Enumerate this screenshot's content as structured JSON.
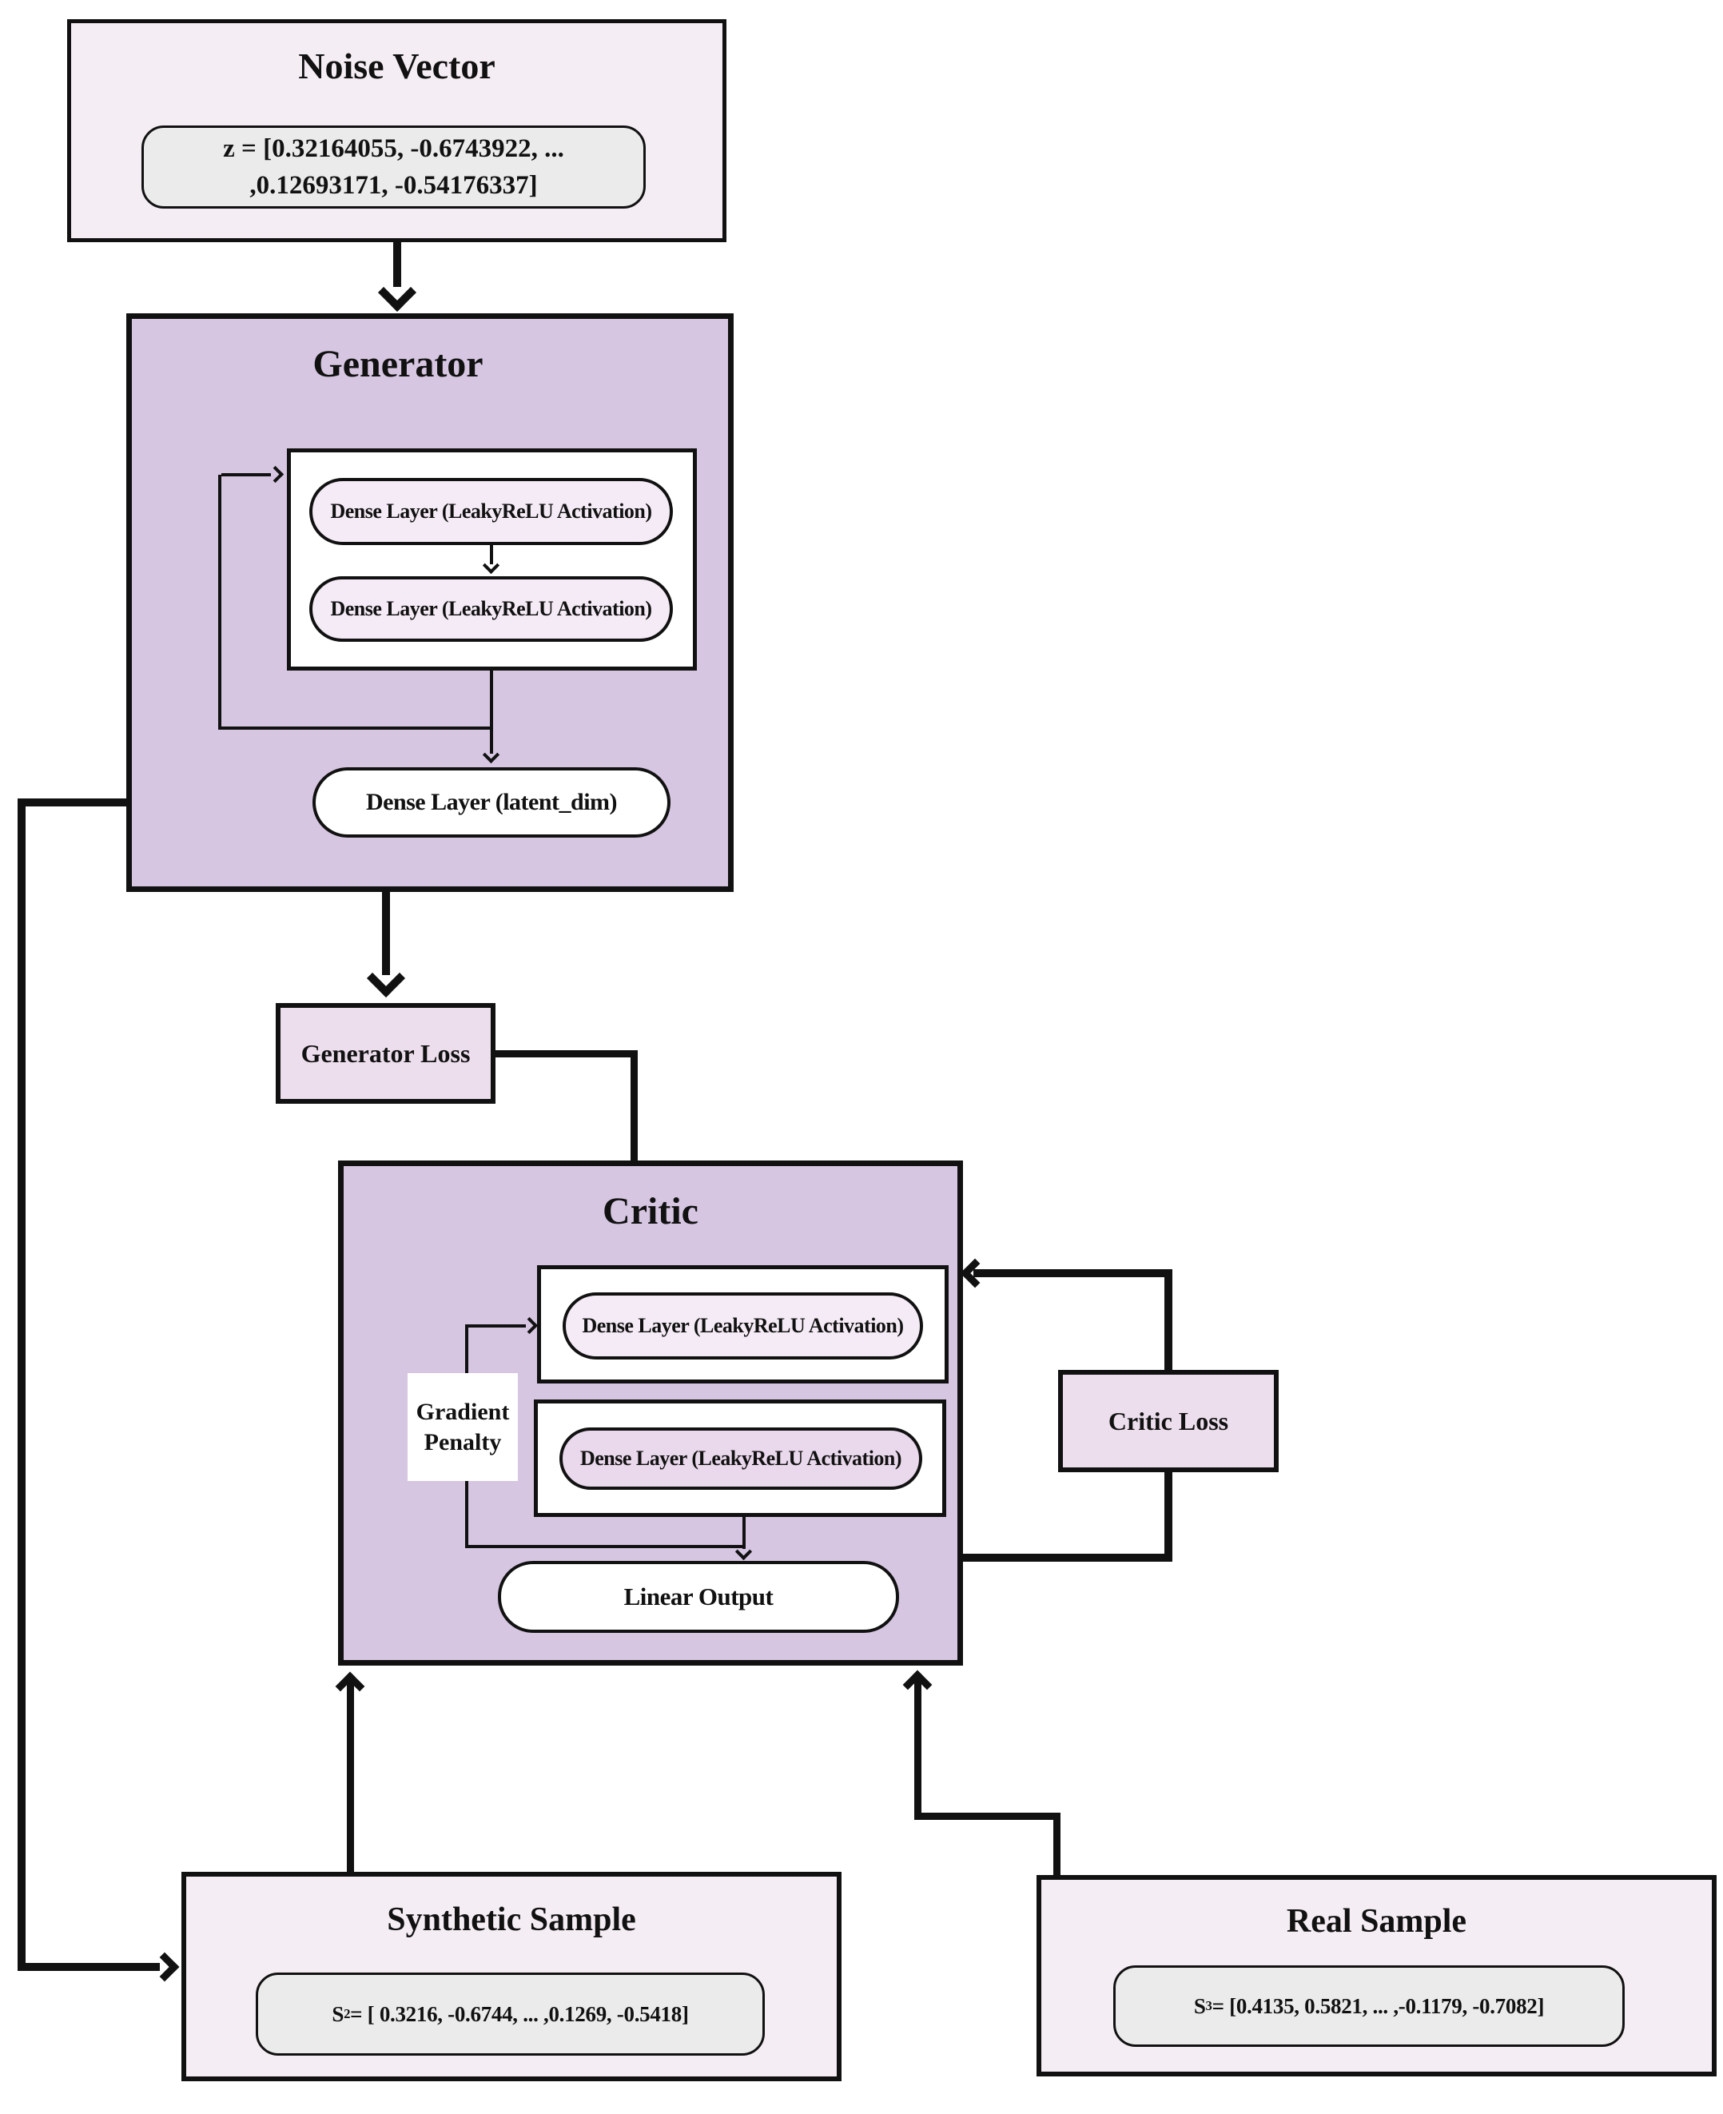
{
  "colors": {
    "outer_box_bg": "#f5edf4",
    "module_box_bg": "#d6c6e1",
    "loss_box_bg": "#ecdeed",
    "gray_pill_bg": "#ebebeb",
    "dense_pill_light_bg": "#f5ebf6",
    "dense_pill_pink_bg": "#ead8ec",
    "line_color": "#111111"
  },
  "noise_vector": {
    "title": "Noise Vector",
    "value_line1": "z = [0.32164055, -0.6743922,  ...",
    "value_line2": ",0.12693171, -0.54176337]"
  },
  "generator": {
    "title": "Generator",
    "dense1": "Dense Layer (LeakyReLU Activation)",
    "dense2": "Dense Layer (LeakyReLU Activation)",
    "latent": "Dense Layer (latent_dim)"
  },
  "generator_loss": {
    "label": "Generator Loss"
  },
  "critic": {
    "title": "Critic",
    "dense1": "Dense Layer (LeakyReLU Activation)",
    "dense2": "Dense Layer (LeakyReLU Activation)",
    "gradient_penalty_line1": "Gradient",
    "gradient_penalty_line2": "Penalty",
    "linear_output": "Linear Output"
  },
  "critic_loss": {
    "label": "Critic Loss"
  },
  "synthetic_sample": {
    "title": "Synthetic Sample",
    "var": "S",
    "var_sub": "2",
    "value": " = [ 0.3216, -0.6744, ... ,0.1269, -0.5418]"
  },
  "real_sample": {
    "title": "Real Sample",
    "var": "S",
    "var_sub": "3",
    "value": " = [0.4135,  0.5821, ... ,-0.1179, -0.7082]"
  }
}
